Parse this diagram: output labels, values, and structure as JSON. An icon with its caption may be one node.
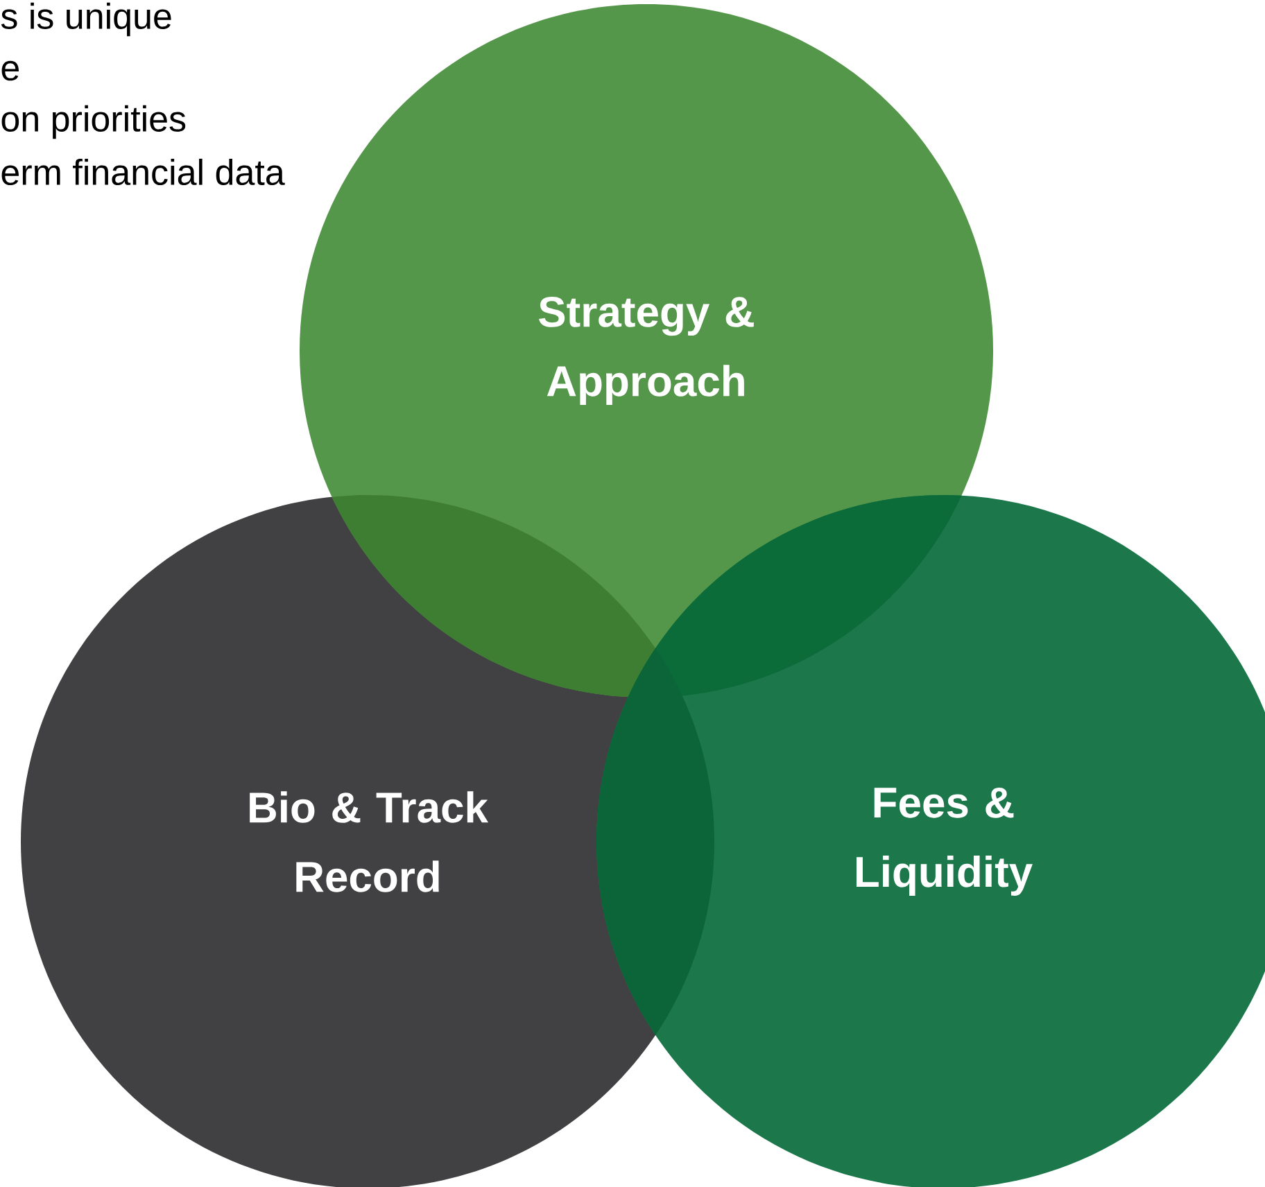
{
  "diagram": {
    "nodes": [
      {
        "text": [
          "Strategy & Approach"
        ]
      },
      {
        "text": [
          "Bio & Track Record"
        ]
      },
      {
        "text": [
          "Fees & Liquidity"
        ]
      }
    ],
    "labels": [
      "s is unique",
      "e",
      "on priorities",
      "erm financial data"
    ]
  }
}
